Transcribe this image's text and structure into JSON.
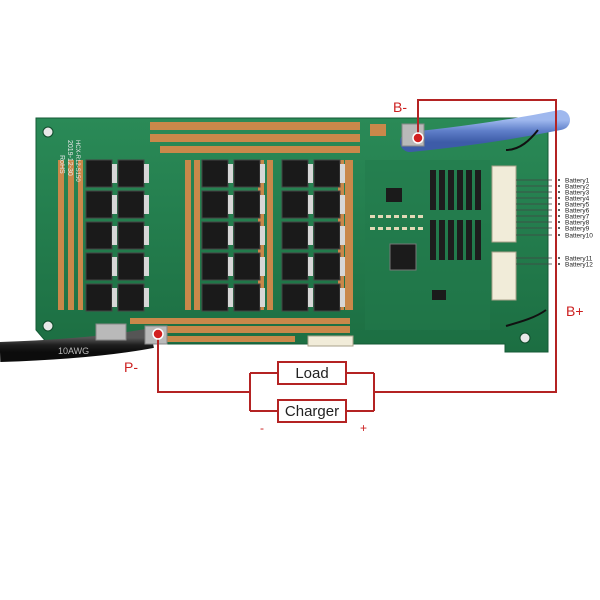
{
  "labels": {
    "b_minus": "B-",
    "b_plus": "B+",
    "p_minus": "P-",
    "load": "Load",
    "charger": "Charger",
    "minus_sign": "-",
    "plus_sign": "+"
  },
  "batteries": [
    "Battery1",
    "Battery2",
    "Battery3",
    "Battery4",
    "Battery5",
    "Battery6",
    "Battery7",
    "Battery8",
    "Battery9",
    "Battery10",
    "Battery11",
    "Battery12"
  ],
  "board_texts": {
    "rohs": "RoHS",
    "date": "2019-12-30",
    "model": "HCX-R12-S150",
    "cable_print": "10AWG"
  },
  "colors": {
    "board_green": "#1f7a4a",
    "wire_red": "#b42323",
    "copper": "#c9884a",
    "mosfet": "#1a1a1a",
    "blue_cable": "#6f8fd0"
  }
}
